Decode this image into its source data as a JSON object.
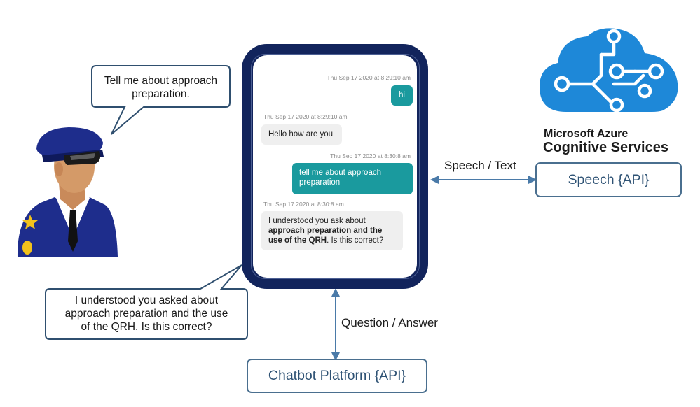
{
  "bubbles": {
    "top": [
      "Tell me about approach",
      "preparation."
    ],
    "bottom": [
      "I understood you asked about",
      "approach preparation and the use",
      "of the QRH. Is this correct?"
    ]
  },
  "chat": {
    "messages": [
      {
        "time": "Thu Sep 17 2020 at 8:29:10 am",
        "from": "user",
        "text": "hi"
      },
      {
        "time": "Thu Sep 17 2020 at 8:29:10 am",
        "from": "bot",
        "text": "Hello how are you"
      },
      {
        "time": "Thu Sep 17 2020 at 8:30:8 am",
        "from": "user",
        "text": "tell me about approach preparation"
      },
      {
        "time": "Thu Sep 17 2020 at 8:30:8 am",
        "from": "bot",
        "text_pre": "I understood you ask about",
        "text_bold": "approach preparation and the use of the QRH",
        "text_post": ". Is this correct?"
      }
    ]
  },
  "connections": {
    "speech_text": "Speech / Text",
    "question_answer": "Question / Answer"
  },
  "services": {
    "speech_api": "Speech {API}",
    "chatbot_api": "Chatbot Platform {API}"
  },
  "brand": {
    "line1": "Microsoft Azure",
    "line2": "Cognitive Services",
    "logo_color": "#1e88d8"
  },
  "colors": {
    "phone_frame": "#12245c",
    "user_message": "#1a9a9e",
    "bot_message": "#efefef",
    "arrow": "#4a7aa8",
    "box_border": "#4a6f8f"
  }
}
